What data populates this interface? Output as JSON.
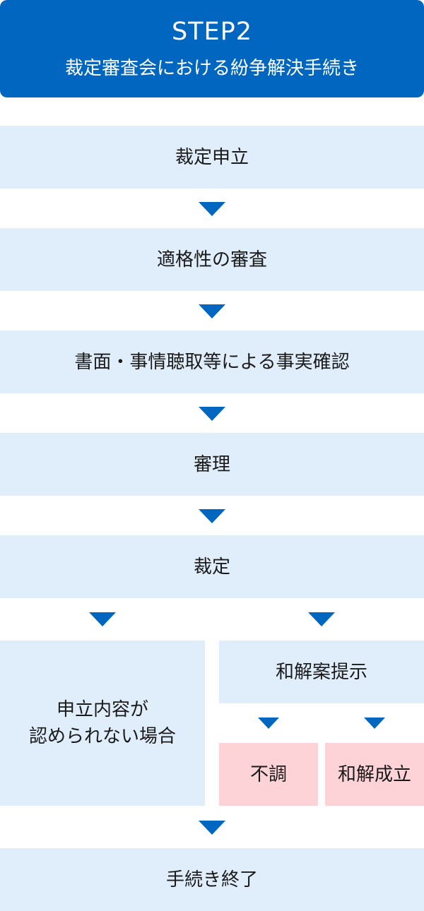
{
  "header": {
    "step": "STEP2",
    "subtitle": "裁定審査会における紛争解決手続き"
  },
  "steps": {
    "application": "裁定申立",
    "eligibility_review": "適格性の審査",
    "fact_finding": "書面・事情聴取等による事実確認",
    "deliberation": "審理",
    "ruling": "裁定",
    "not_accepted": "申立内容が\n認められない場合",
    "settlement_proposal": "和解案提示",
    "breakdown": "不調",
    "settlement_reached": "和解成立",
    "end": "手続き終了"
  },
  "colors": {
    "header_bg": "#0066c0",
    "box_bg": "#e0edfa",
    "outcome_bg": "#fdd3d7",
    "arrow": "#0066c0"
  }
}
